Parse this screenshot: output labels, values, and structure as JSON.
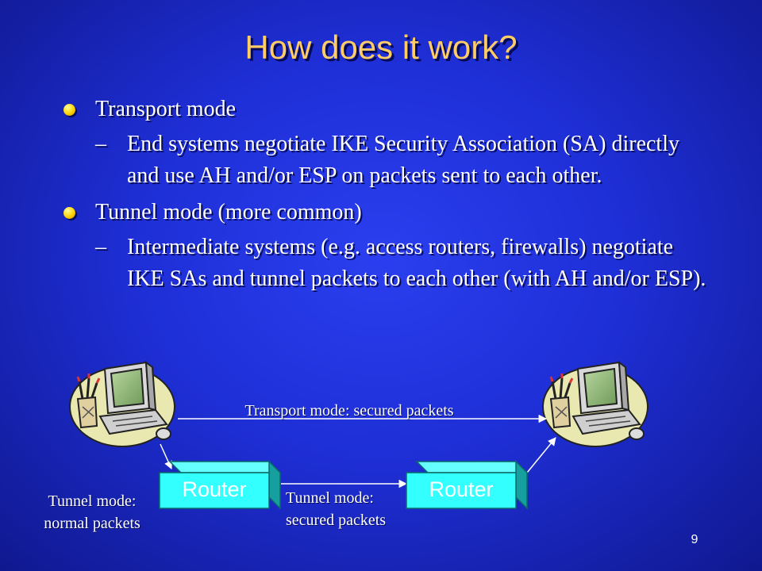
{
  "slide": {
    "title": "How does it work?",
    "page_number": "9"
  },
  "bullets": [
    {
      "heading": "Transport mode",
      "dash": "–",
      "detail": "End systems negotiate IKE Security Association (SA) directly and use AH and/or ESP on packets sent to each other."
    },
    {
      "heading": "Tunnel mode (more common)",
      "dash": "–",
      "detail": "Intermediate systems (e.g. access routers, firewalls) negotiate IKE SAs and tunnel packets to each other (with AH and/or ESP)."
    }
  ],
  "diagram": {
    "transport_label": "Transport mode: secured packets",
    "router_left_label": "Router",
    "router_right_label": "Router",
    "tunnel_normal_label_line1": "Tunnel mode:",
    "tunnel_normal_label_line2": "normal packets",
    "tunnel_secured_label_line1": "Tunnel mode:",
    "tunnel_secured_label_line2": "secured packets",
    "icons": [
      "computer-icon",
      "computer-icon",
      "router-box-icon"
    ]
  },
  "colors": {
    "title": "#ffcc66",
    "bullet": "#ffd200",
    "router_front": "#33ffff",
    "router_side": "#159f9f",
    "background": "#1e2fd6"
  }
}
